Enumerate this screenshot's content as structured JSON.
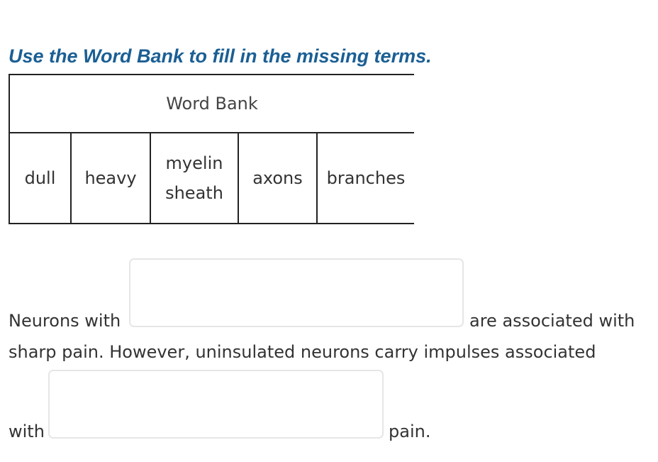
{
  "instruction": "Use the Word Bank to fill in the missing terms.",
  "word_bank": {
    "title": "Word Bank",
    "words": [
      "dull",
      "heavy",
      "myelin\nsheath",
      "axons",
      "branches"
    ]
  },
  "sentences": {
    "line1_before": "Neurons with",
    "line1_after": "are associated with",
    "line2": "sharp pain. However, uninsulated neurons carry impulses associated",
    "line3_before": "with",
    "line3_after": "pain."
  },
  "blanks": [
    "",
    ""
  ],
  "colors": {
    "instruction": "#1b5f94",
    "text": "#333333",
    "blank_border": "#e6e6e6"
  }
}
